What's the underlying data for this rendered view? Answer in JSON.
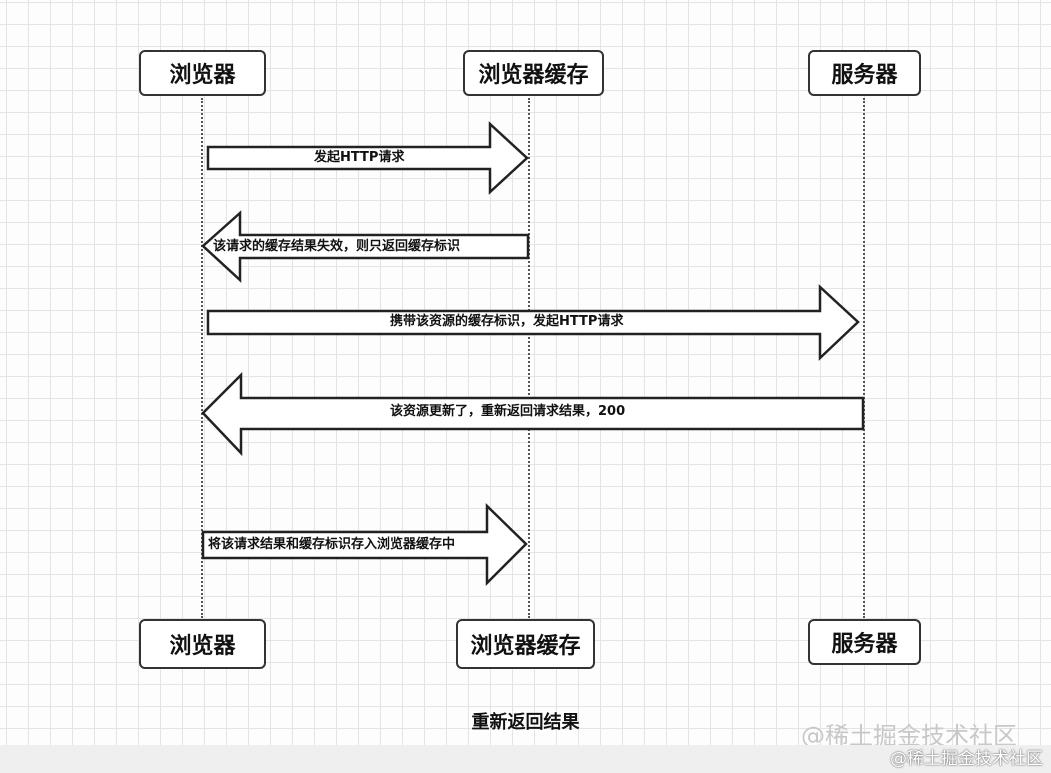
{
  "actors_top": [
    {
      "id": "browser",
      "label": "浏览器"
    },
    {
      "id": "cache",
      "label": "浏览器缓存"
    },
    {
      "id": "server",
      "label": "服务器"
    }
  ],
  "actors_bottom": [
    {
      "id": "browser",
      "label": "浏览器"
    },
    {
      "id": "cache",
      "label": "浏览器缓存"
    },
    {
      "id": "server",
      "label": "服务器"
    }
  ],
  "messages": [
    {
      "from": "browser",
      "to": "cache",
      "label": "发起HTTP请求"
    },
    {
      "from": "cache",
      "to": "browser",
      "label": "该请求的缓存结果失效，则只返回缓存标识"
    },
    {
      "from": "browser",
      "to": "server",
      "label": "携带该资源的缓存标识，发起HTTP请求"
    },
    {
      "from": "server",
      "to": "browser",
      "label": "该资源更新了，重新返回请求结果，200"
    },
    {
      "from": "browser",
      "to": "cache",
      "label": "将该请求结果和缓存标识存入浏览器缓存中"
    }
  ],
  "caption": "重新返回结果",
  "watermark_main": "@稀土掘金技术社区",
  "watermark_footer": "@稀土掘金技术社区",
  "colors": {
    "stroke": "#222222",
    "arrow_fill": "#ffffff",
    "grid": "#e4e4e4"
  }
}
